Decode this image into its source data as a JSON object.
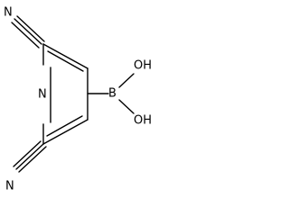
{
  "structure": {
    "atoms": {
      "n_top": "N",
      "n_ring": "N",
      "n_bottom": "N",
      "boron": "B",
      "oh_upper": "OH",
      "oh_lower": "OH"
    }
  },
  "colors": {
    "bond": "#000000",
    "label": "#000000",
    "background": "#ffffff"
  }
}
